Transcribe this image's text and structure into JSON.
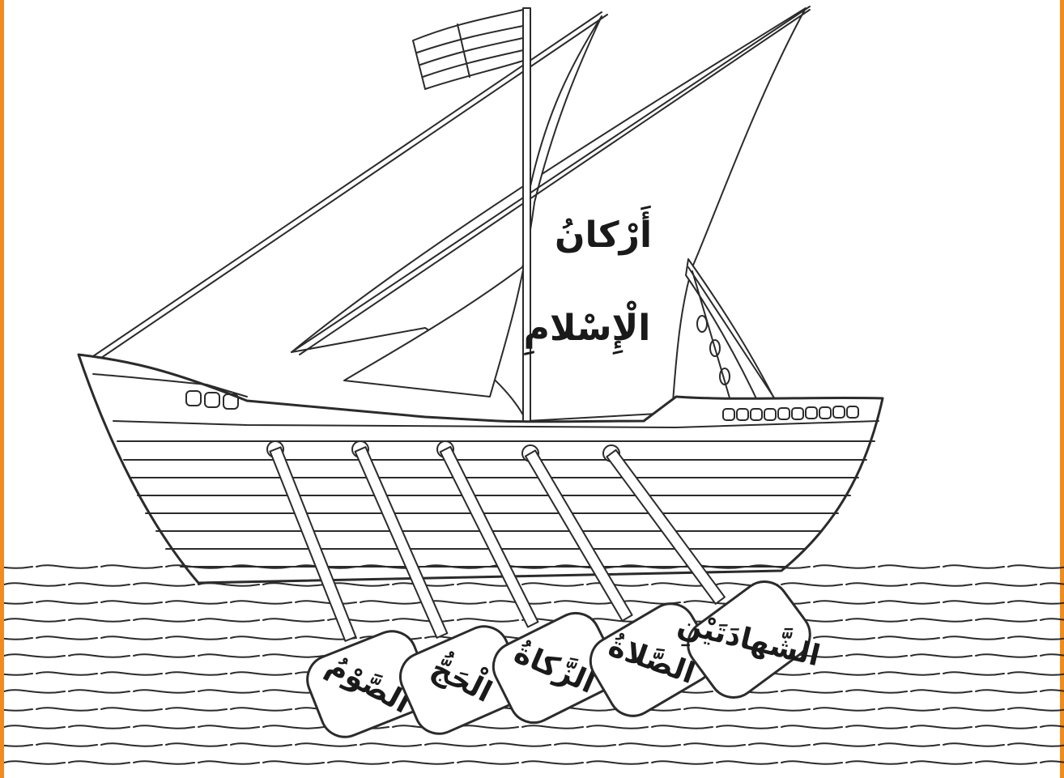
{
  "title": {
    "line1": "أَرْكانُ",
    "line2": "الْإِسْلامِ"
  },
  "oars": [
    {
      "label": "الصَّوْمُ"
    },
    {
      "label": "الْحَجُّ"
    },
    {
      "label": "الزَّكاةُ"
    },
    {
      "label": "الصَّلاةُ"
    },
    {
      "label": "الشَّهادَتَيْنِ"
    }
  ],
  "colors": {
    "border": "#f08c1e",
    "diacritic_accent": "#e6007e",
    "ink": "#2b2b2b"
  }
}
